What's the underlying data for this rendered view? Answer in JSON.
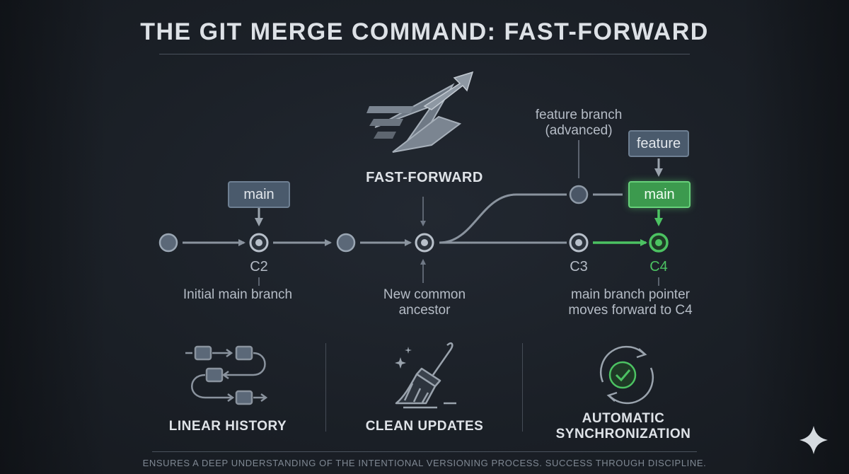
{
  "title": "THE GIT MERGE COMMAND: FAST-FORWARD",
  "fast_forward_label": "FAST-FORWARD",
  "branch_tags": {
    "main_left": "main",
    "feature": "feature",
    "main_right": "main"
  },
  "commits": {
    "c2": "C2",
    "c3": "C3",
    "c4": "C4"
  },
  "annotations": {
    "initial_main": "Initial main branch",
    "common_ancestor_line1": "New common",
    "common_ancestor_line2": "ancestor",
    "feature_branch_line1": "feature branch",
    "feature_branch_line2": "(advanced)",
    "pointer_moves_line1": "main branch pointer",
    "pointer_moves_line2": "moves forward to C4"
  },
  "benefits": {
    "linear": "LINEAR HISTORY",
    "clean": "CLEAN UPDATES",
    "auto_line1": "AUTOMATIC",
    "auto_line2": "SYNCHRONIZATION"
  },
  "icons": {
    "logo": "fast-forward-logo-icon",
    "linear": "linear-history-icon",
    "clean": "broom-icon",
    "auto": "sync-check-icon",
    "sparkle": "sparkle-icon"
  },
  "footer": "ENSURES A DEEP UNDERSTANDING OF THE INTENTIONAL VERSIONING PROCESS. SUCCESS THROUGH DISCIPLINE.",
  "colors": {
    "background": "#1b2027",
    "line": "#8a939e",
    "node": "#5b6878",
    "accent_green": "#4cc262",
    "tag": "#4a5a6c"
  }
}
